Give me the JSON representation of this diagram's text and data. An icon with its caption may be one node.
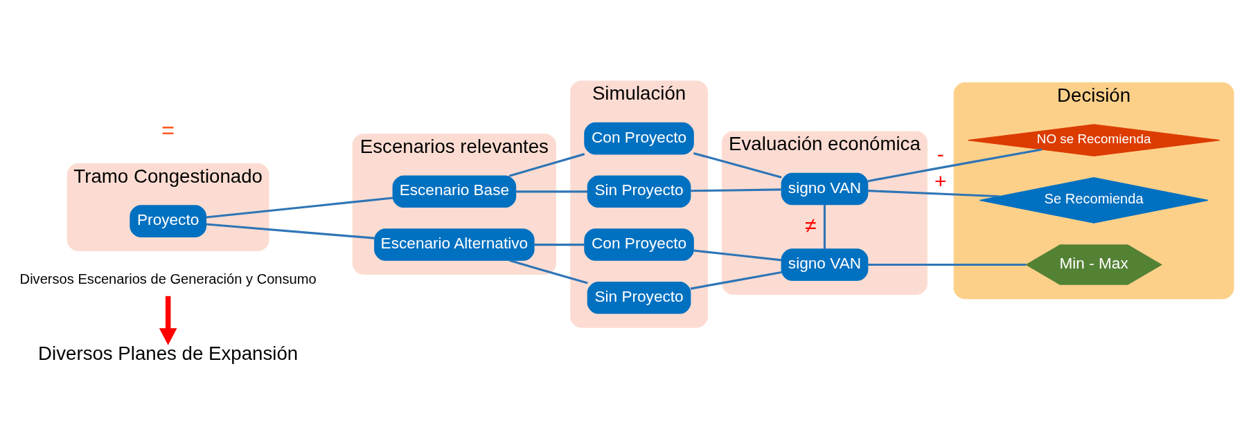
{
  "diagram": {
    "nodes": [
      {
        "text": [
          "Diversos Escenarios de Generación y Consumo"
        ]
      },
      {
        "text": [
          "Diversos Planes de Expansión"
        ]
      },
      {
        "text": [
          "Tramo Congestionado"
        ]
      },
      {
        "text": [
          "Proyecto"
        ],
        "in": 2
      },
      {
        "text": [
          "Escenarios relevantes"
        ]
      },
      {
        "text": [
          "Escenario Base"
        ],
        "in": 4
      },
      {
        "text": [
          "Escenario Alternativo"
        ],
        "in": 4
      },
      {
        "text": [
          "Simulación"
        ]
      },
      {
        "text": [
          "Con Proyecto"
        ],
        "in": 7
      },
      {
        "text": [
          "Sin Proyecto"
        ],
        "in": 7
      },
      {
        "text": [
          "Con Proyecto"
        ],
        "in": 7
      },
      {
        "text": [
          "Sin Proyecto"
        ],
        "in": 7
      },
      {
        "text": [
          "Evaluación económica"
        ]
      },
      {
        "text": [
          "signo VAN"
        ],
        "in": 12
      },
      {
        "text": [
          "signo VAN"
        ],
        "in": 12
      },
      {
        "text": [
          "Decisión"
        ]
      },
      {
        "text": [
          "Se Recomienda"
        ],
        "in": 15
      },
      {
        "text": [
          "NO se Recomienda"
        ],
        "in": 15
      },
      {
        "text": [
          "Min - Max"
        ],
        "in": 15
      }
    ],
    "edges": [
      {
        "from": 0,
        "to": 1,
        "arrow": "to",
        "style": "thick",
        "color": "#ff0000"
      },
      {
        "from": 3,
        "to": 5,
        "arrow": "none"
      },
      {
        "from": 3,
        "to": 6,
        "arrow": "none"
      },
      {
        "from": 5,
        "to": 8,
        "arrow": "none"
      },
      {
        "from": 5,
        "to": 9,
        "arrow": "none"
      },
      {
        "from": 6,
        "to": 10,
        "arrow": "none"
      },
      {
        "from": 6,
        "to": 11,
        "arrow": "none"
      },
      {
        "from": 8,
        "to": 13,
        "arrow": "none"
      },
      {
        "from": 9,
        "to": 13,
        "arrow": "none"
      },
      {
        "from": 10,
        "to": 14,
        "arrow": "none"
      },
      {
        "from": 11,
        "to": 14,
        "arrow": "none"
      },
      {
        "from": 13,
        "to": 14,
        "arrow": "none",
        "label": "≠"
      },
      {
        "from": 13,
        "to": 16,
        "arrow": "none",
        "label": "+"
      },
      {
        "from": 13,
        "to": 17,
        "arrow": "none",
        "label": "-"
      },
      {
        "from": 14,
        "to": 18,
        "arrow": "none"
      }
    ],
    "labels": [
      "="
    ]
  }
}
